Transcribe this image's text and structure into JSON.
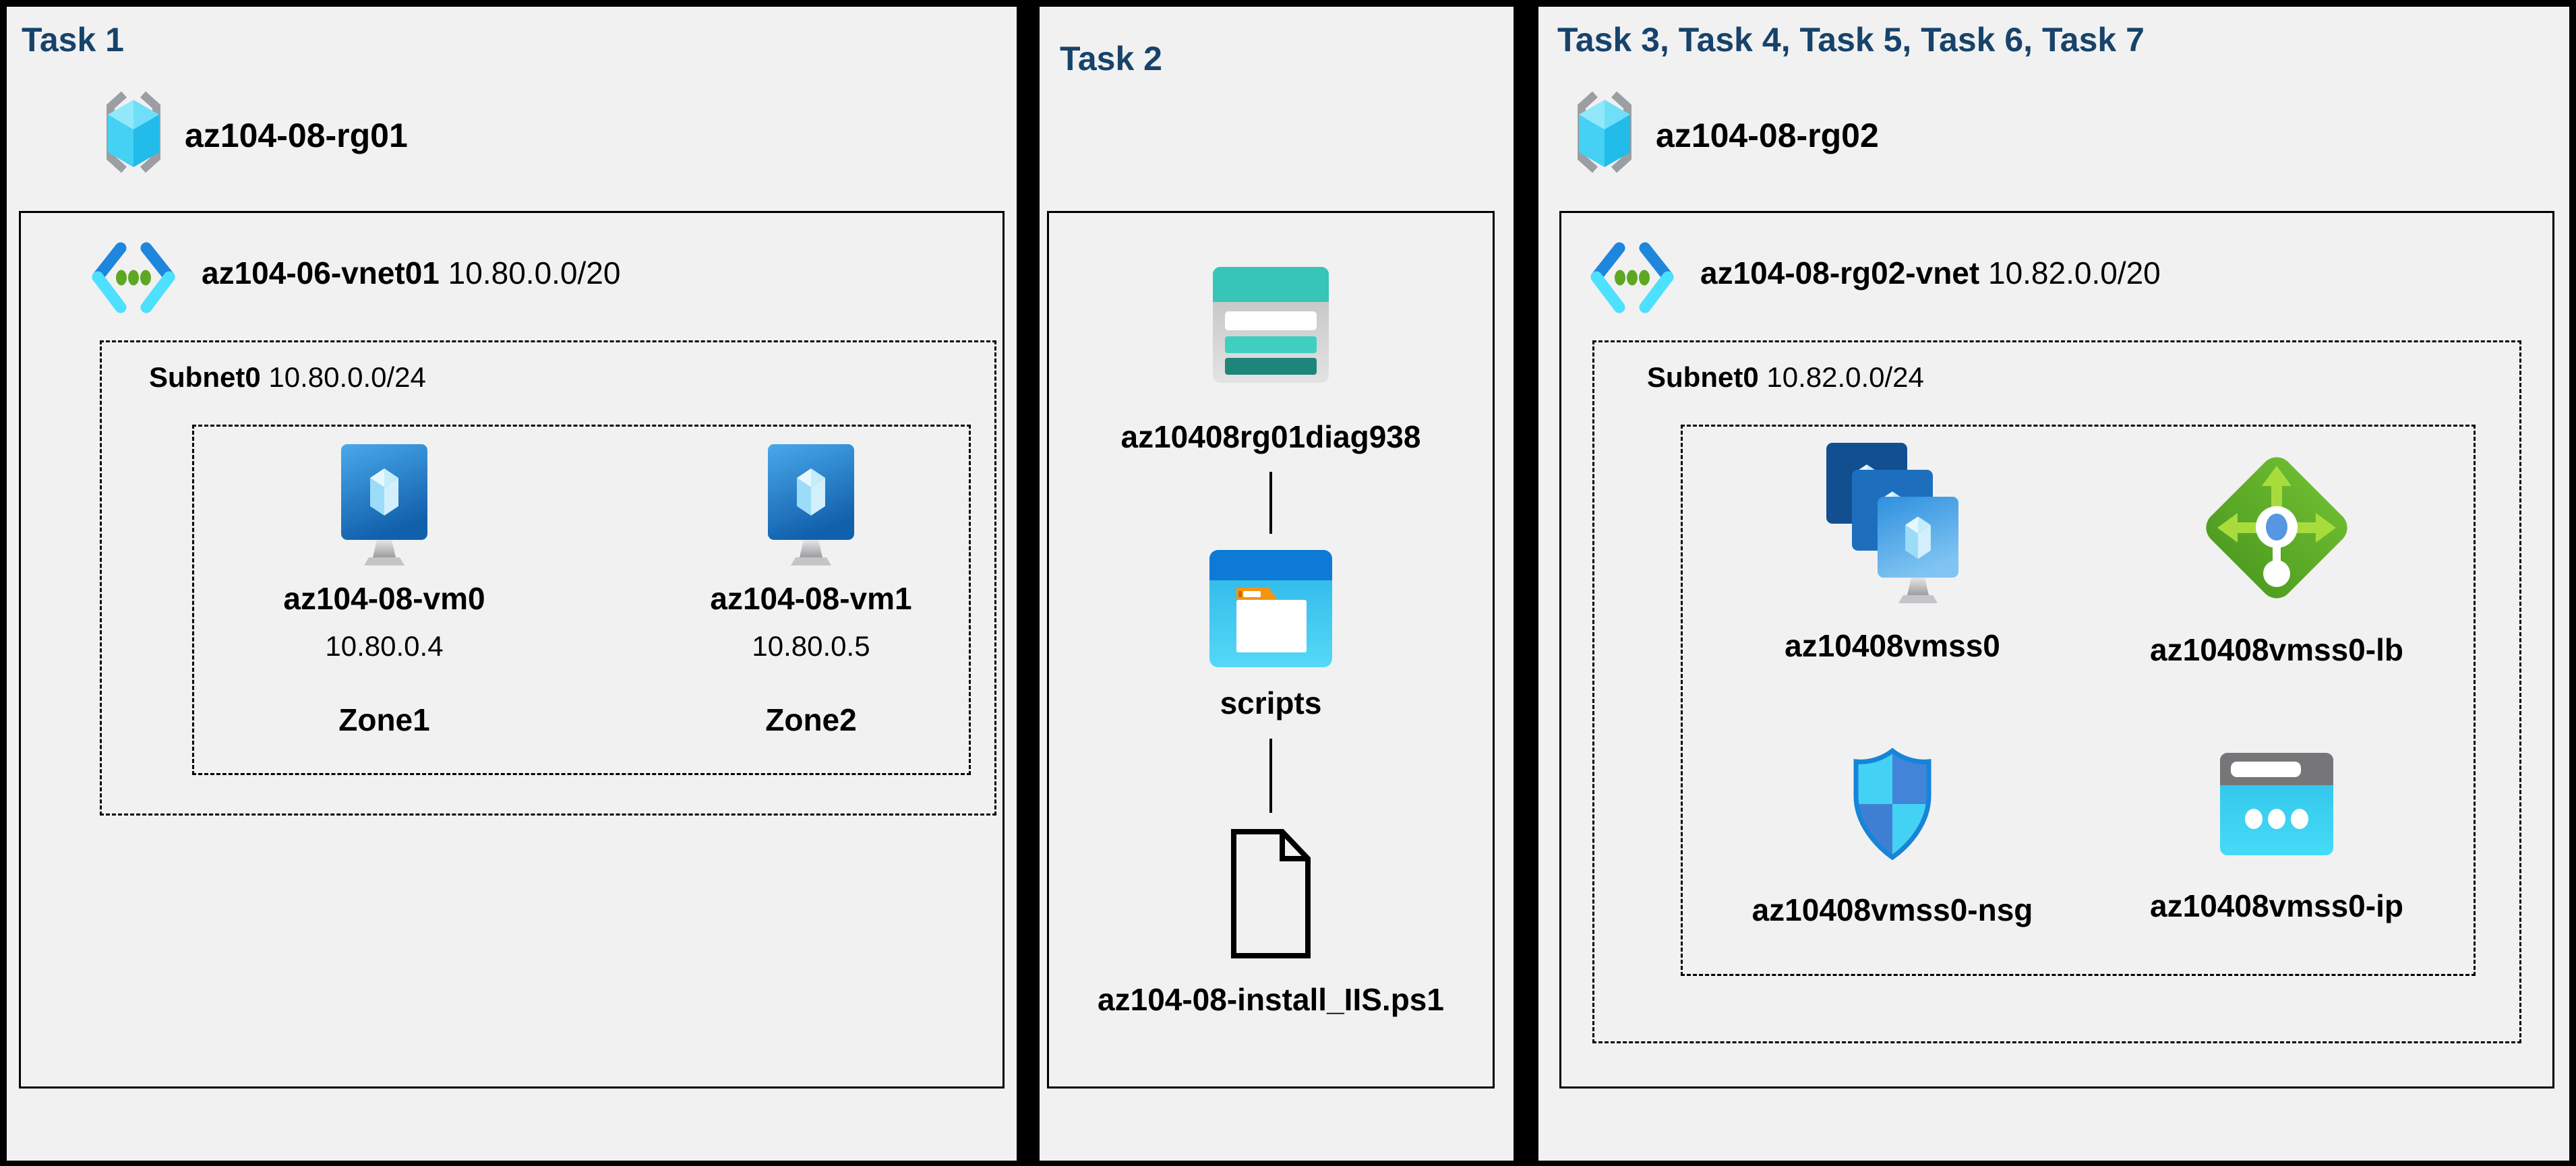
{
  "colors": {
    "canvas": "#000000",
    "panel_bg": "#F1F1F1",
    "title_navy": "#17436B",
    "text": "#000000",
    "azure_blue": "#1E86DD",
    "cyan": "#4DE0FF",
    "teal": "#36C5B8",
    "green": "#5EA722",
    "lb_green": "#63B32C",
    "orange": "#F29414",
    "gray": "#9B9EA3"
  },
  "panel1": {
    "title": "Task 1",
    "resource_group": "az104-08-rg01",
    "rg_icon": "resource-group-icon",
    "vnet": {
      "name": "az104-06-vnet01",
      "cidr": "10.80.0.0/20",
      "icon": "virtual-network-icon"
    },
    "subnet": {
      "name": "Subnet0",
      "cidr": "10.80.0.0/24"
    },
    "vms": [
      {
        "name": "az104-08-vm0",
        "ip": "10.80.0.4",
        "zone": "Zone1",
        "icon": "virtual-machine-icon"
      },
      {
        "name": "az104-08-vm1",
        "ip": "10.80.0.5",
        "zone": "Zone2",
        "icon": "virtual-machine-icon"
      }
    ]
  },
  "panel2": {
    "title": "Task 2",
    "storage_account": {
      "name": "az10408rg01diag938",
      "icon": "storage-account-icon"
    },
    "container": {
      "name": "scripts",
      "icon": "blob-container-icon"
    },
    "file": {
      "name": "az104-08-install_IIS.ps1",
      "icon": "file-icon"
    }
  },
  "panel3": {
    "title": "Task 3, Task 4, Task 5, Task 6, Task 7",
    "resource_group": "az104-08-rg02",
    "rg_icon": "resource-group-icon",
    "vnet": {
      "name": "az104-08-rg02-vnet",
      "cidr": "10.82.0.0/20",
      "icon": "virtual-network-icon"
    },
    "subnet": {
      "name": "Subnet0",
      "cidr": "10.82.0.0/24"
    },
    "resources": [
      {
        "name": "az10408vmss0",
        "icon": "vm-scale-set-icon"
      },
      {
        "name": "az10408vmss0-lb",
        "icon": "load-balancer-icon"
      },
      {
        "name": "az10408vmss0-nsg",
        "icon": "network-security-group-icon"
      },
      {
        "name": "az10408vmss0-ip",
        "icon": "public-ip-icon"
      }
    ]
  }
}
